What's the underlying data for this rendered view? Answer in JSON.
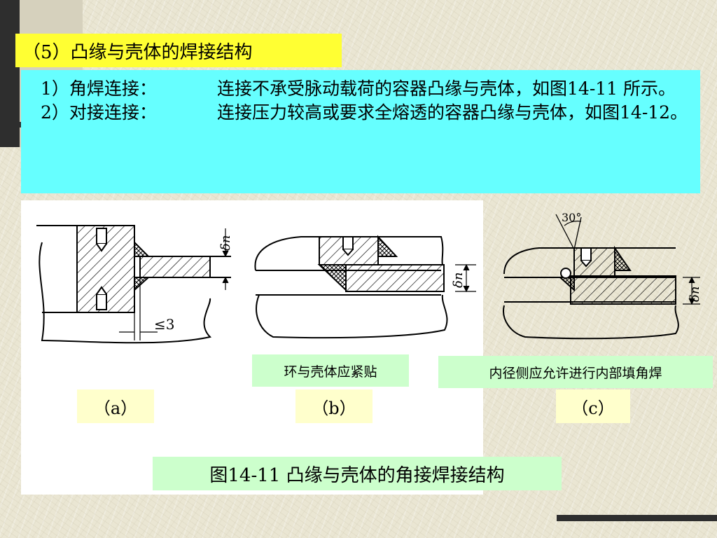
{
  "slide": {
    "section_title": "（5）凸缘与壳体的焊接结构",
    "items": [
      {
        "lead": "1）角焊连接：",
        "body": "连接不承受脉动载荷的容器凸缘与壳体，如图14-11 所示。"
      },
      {
        "lead": "2）对接连接：",
        "body": "连接压力较高或要求全熔透的容器凸缘与壳体，如图14-12。"
      }
    ]
  },
  "figure": {
    "annotations": {
      "delta_n": "δn",
      "gap": "≤3",
      "angle": "30°"
    },
    "callouts": [
      "环与壳体应紧贴",
      "内径侧应允许进行内部填角焊"
    ],
    "sub_labels": [
      "（a）",
      "（b）",
      "（c）"
    ],
    "caption": "图14-11    凸缘与壳体的角接焊接结构"
  }
}
